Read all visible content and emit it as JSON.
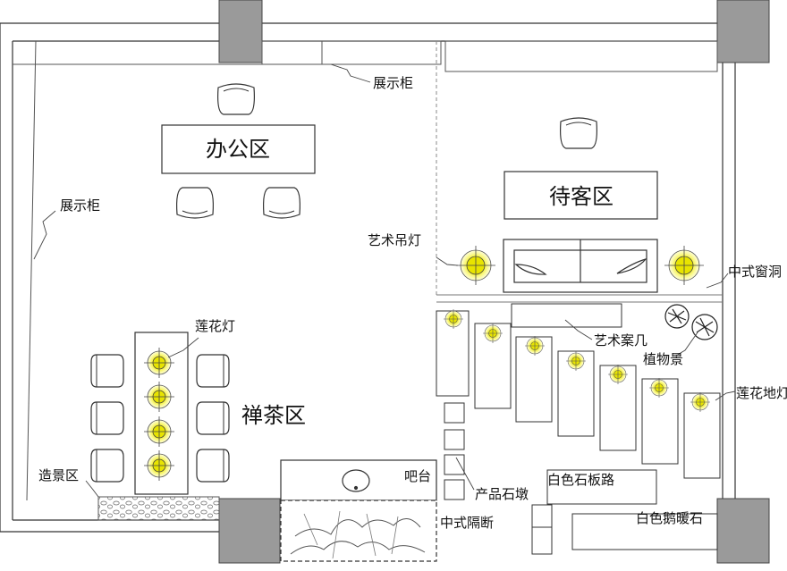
{
  "rooms": {
    "office": "办公区",
    "reception": "待客区",
    "tea": "禅茶区"
  },
  "labels": {
    "display_cabinet_top": "展示柜",
    "display_cabinet_left": "展示柜",
    "art_pendant_lamp": "艺术吊灯",
    "chinese_window": "中式窗洞",
    "lotus_lamp": "莲花灯",
    "art_table": "艺术案几",
    "plants": "植物景",
    "lotus_floor_lamp": "莲花地灯",
    "landscape": "造景区",
    "bar": "吧台",
    "stone_stool": "产品石墩",
    "white_slate_path": "白色石板路",
    "chinese_partition": "中式隔断",
    "white_pebbles": "白色鹅暖石"
  },
  "colors": {
    "wall_fill": "#9a9a9a",
    "line": "#333333",
    "lamp_fill": "#f4f000",
    "lamp_glow": "#fbfa9a"
  }
}
